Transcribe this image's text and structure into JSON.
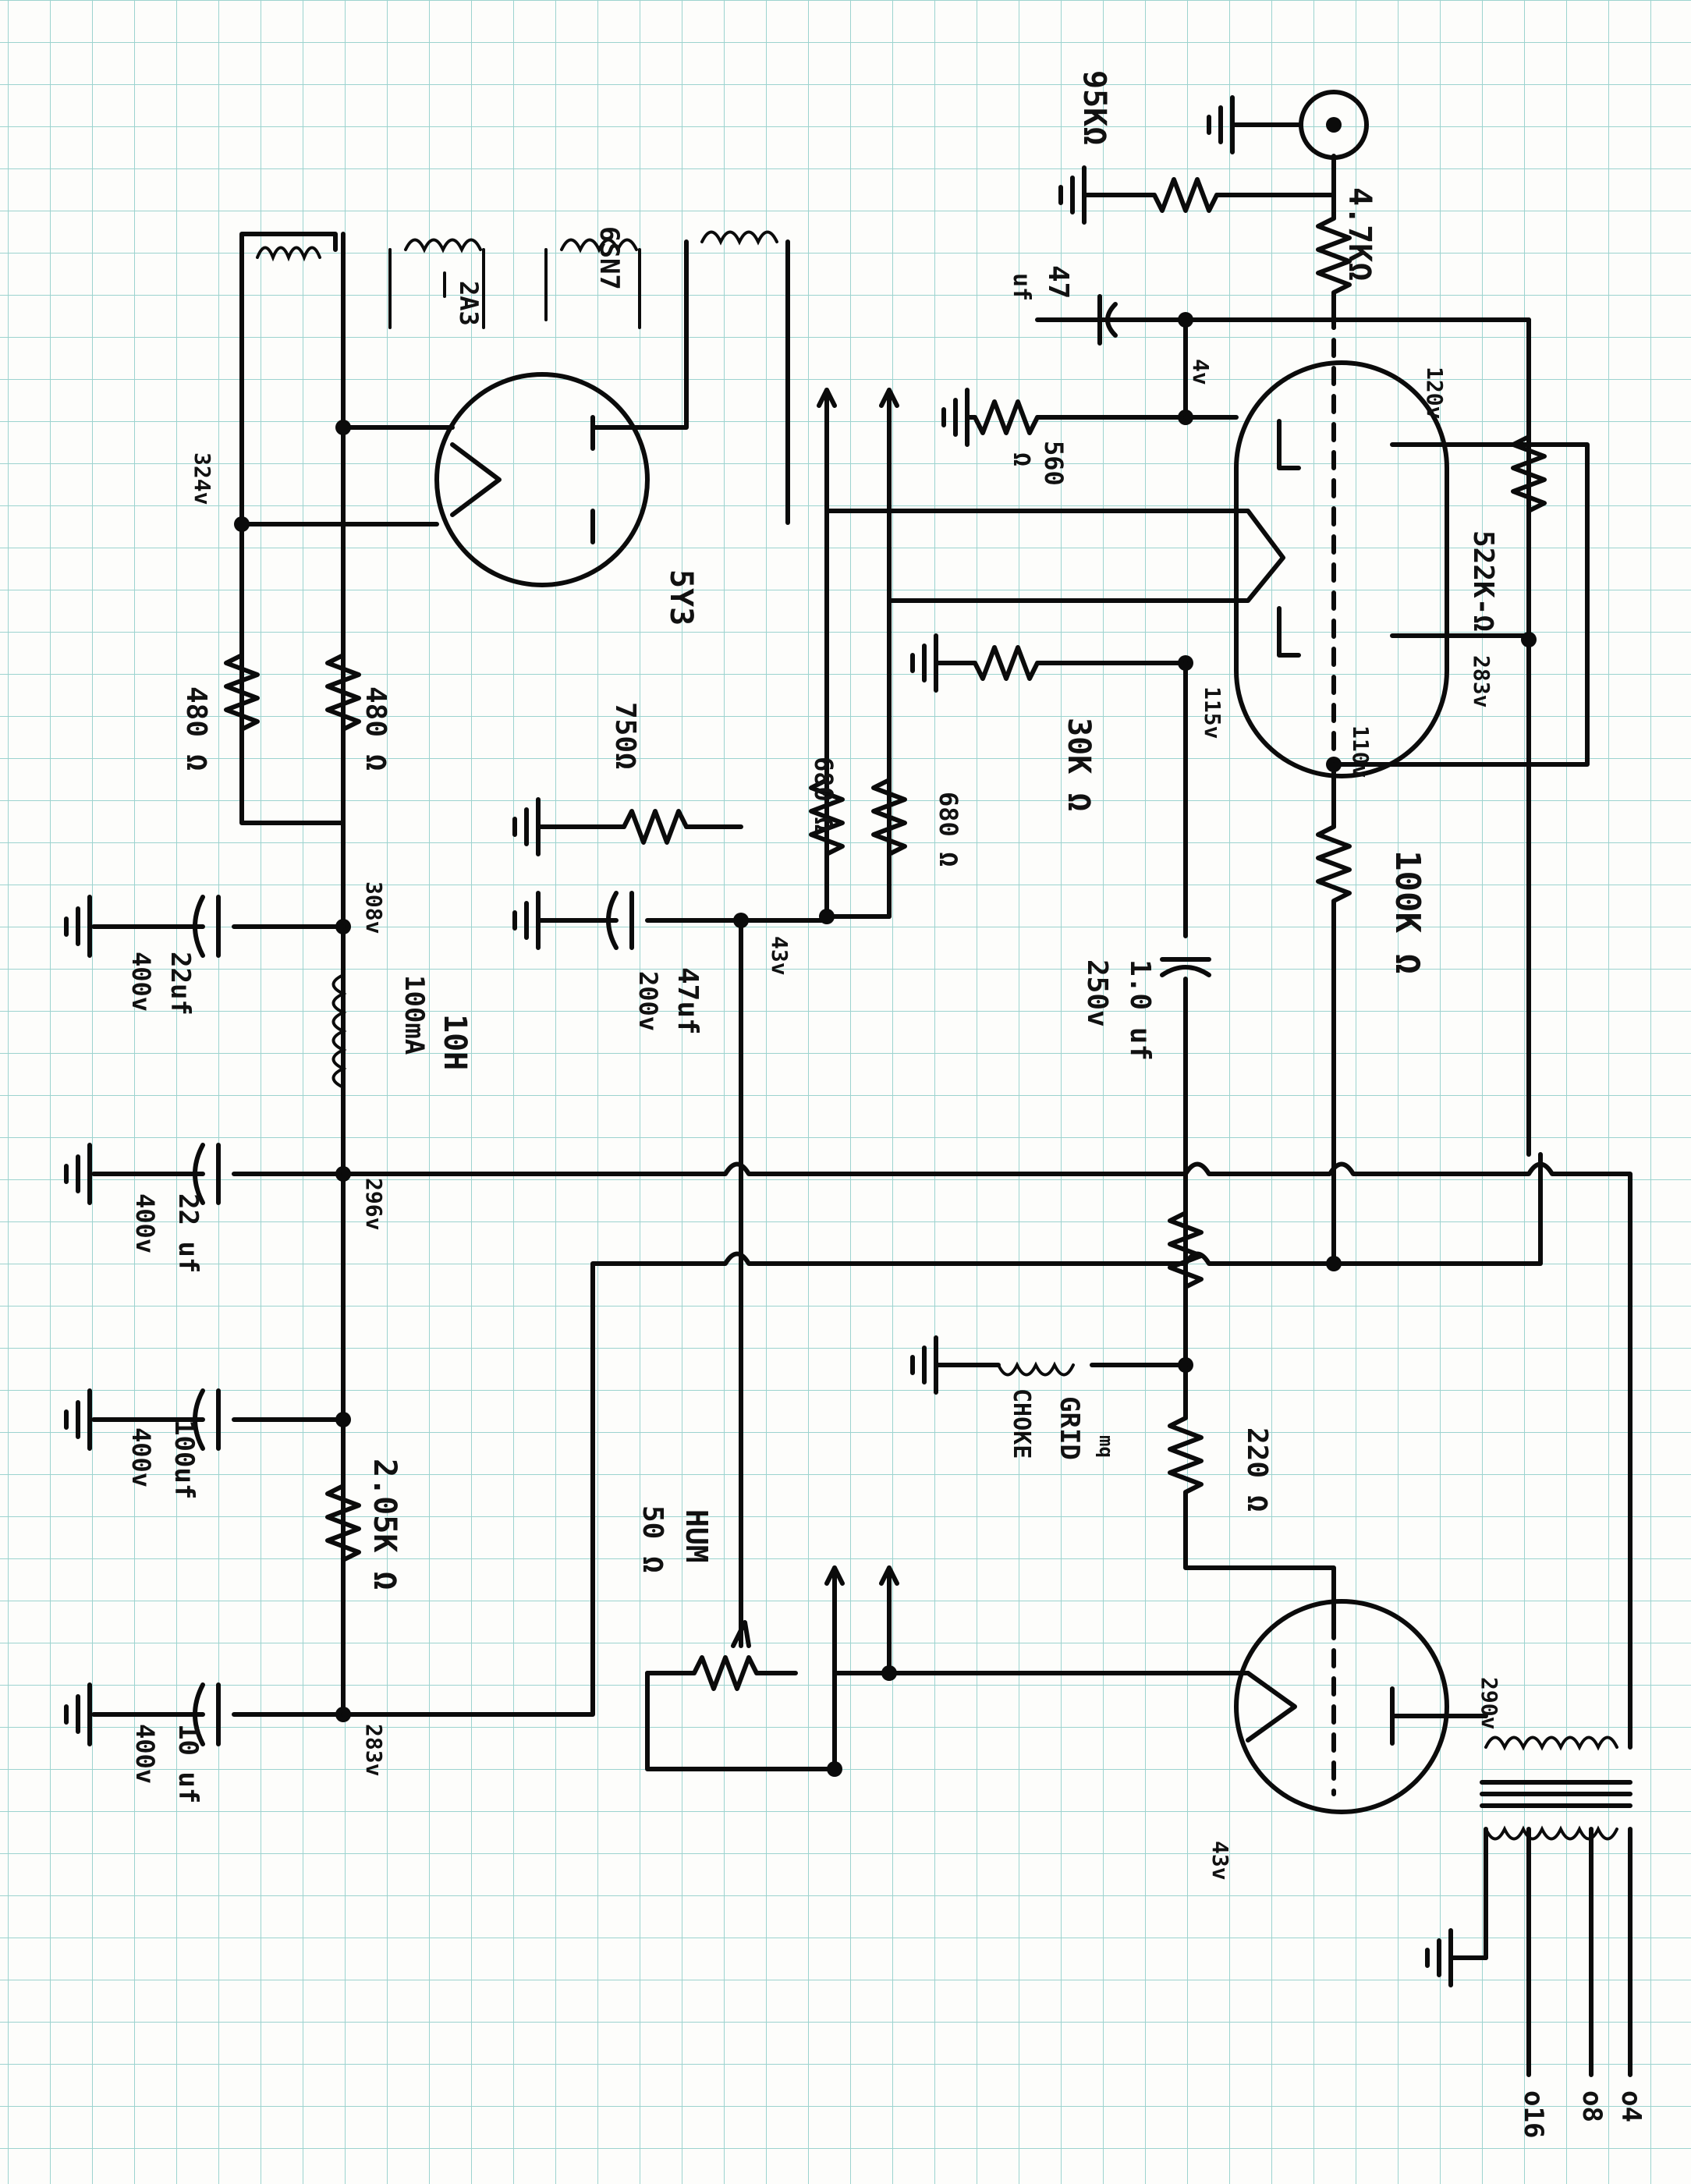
{
  "colors": {
    "paper": "#fdfdfb",
    "grid": "#9cd3cf",
    "ink": "#0b0b0b"
  },
  "labels": {
    "r_95k": "95KΩ",
    "r_4_7k": "4.7KΩ",
    "c_47": "47",
    "c_47_unit": "uf",
    "v_4v": "4v",
    "r_560": "560",
    "r_560_unit": "Ω",
    "v_120": "120v",
    "r_522k": "522K-Ω",
    "v_283_top": "283v",
    "r_30k": "30K Ω",
    "v_115": "115v",
    "v_110": "110v",
    "r_100k": "100K Ω",
    "c_1uf": "1.0 uf",
    "c_1uf_v": "250v",
    "r_680a": "680 Ω",
    "r_680b": "680 Ω",
    "r_750": "750Ω",
    "c_47uf": "47uf",
    "c_47uf_v": "200v",
    "v_43": "43v",
    "tube_6sn7": "6SN7",
    "tube_2a3": "2A3",
    "tube_5y3": "5Y3",
    "v_324": "324v",
    "r_480a": "480 Ω",
    "r_480b": "480 Ω",
    "v_308": "308v",
    "c_22uf_a": "22uf",
    "c_22uf_a_v": "400v",
    "choke_10h": "10H",
    "choke_10h_ma": "100mA",
    "v_296": "296v",
    "c_22uf_b": "22 uf",
    "c_22uf_b_v": "400v",
    "c_100uf": "100uf",
    "c_100uf_v": "400v",
    "r_2_05k": "2.05K Ω",
    "c_10uf": "10 uf",
    "c_10uf_v": "400v",
    "v_283_bot": "283v",
    "hum": "HUM",
    "hum_val": "50 Ω",
    "grid_choke_a": "GRID",
    "grid_choke_b": "CHOKE",
    "grid_choke_m": "mq",
    "r_220": "220 Ω",
    "v_290": "290v",
    "v_43_bot": "43v",
    "tap_4": "o4",
    "tap_8": "o8",
    "tap_16": "o16"
  }
}
